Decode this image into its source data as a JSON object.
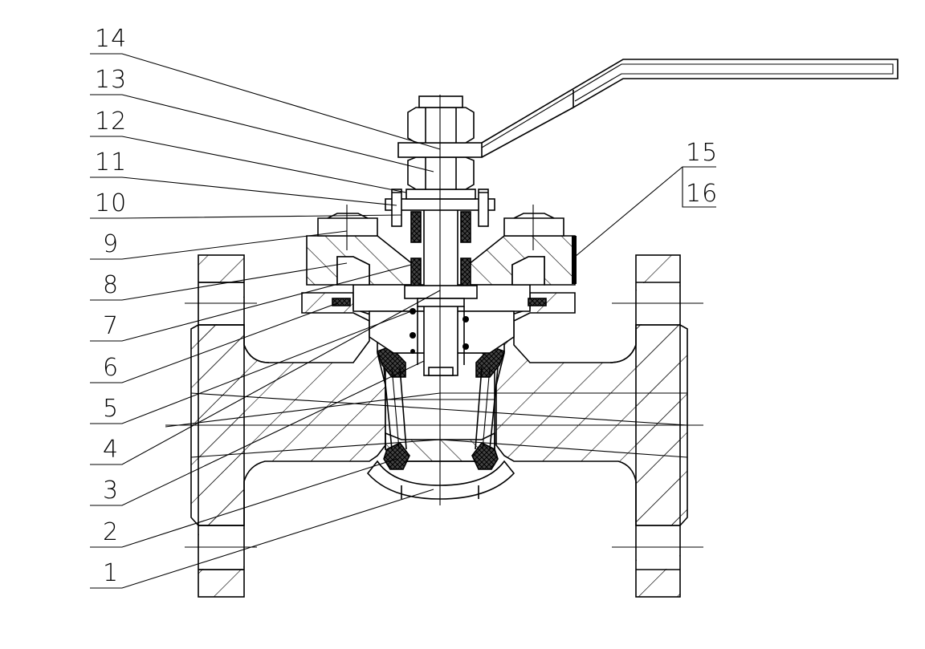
{
  "callouts": [
    {
      "label": "14"
    },
    {
      "label": "13"
    },
    {
      "label": "12"
    },
    {
      "label": "11"
    },
    {
      "label": "10"
    },
    {
      "label": "9"
    },
    {
      "label": "8"
    },
    {
      "label": "7"
    },
    {
      "label": "6"
    },
    {
      "label": "5"
    },
    {
      "label": "4"
    },
    {
      "label": "3"
    },
    {
      "label": "2"
    },
    {
      "label": "1"
    }
  ],
  "side_callouts": [
    {
      "label": "15"
    },
    {
      "label": "16"
    }
  ]
}
